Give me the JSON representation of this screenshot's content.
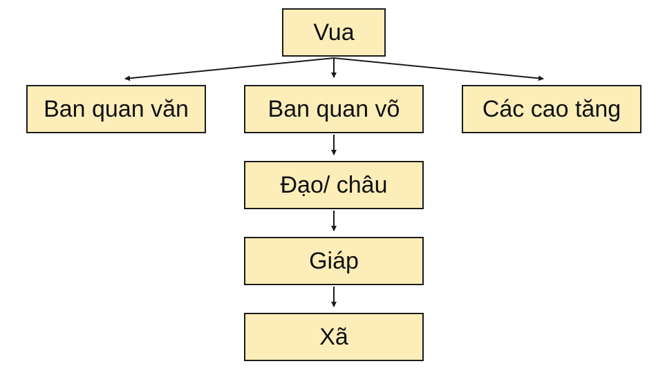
{
  "diagram": {
    "nodes": [
      {
        "id": "vua",
        "label": "Vua"
      },
      {
        "id": "van",
        "label": "Ban quan văn"
      },
      {
        "id": "vo",
        "label": "Ban quan võ"
      },
      {
        "id": "tang",
        "label": "Các cao tăng"
      },
      {
        "id": "dao",
        "label": "Đạo/ châu"
      },
      {
        "id": "giap",
        "label": "Giáp"
      },
      {
        "id": "xa",
        "label": "Xã"
      }
    ],
    "edges": [
      {
        "from": "vua",
        "to": "van"
      },
      {
        "from": "vua",
        "to": "vo"
      },
      {
        "from": "vua",
        "to": "tang"
      },
      {
        "from": "vo",
        "to": "dao"
      },
      {
        "from": "dao",
        "to": "giap"
      },
      {
        "from": "giap",
        "to": "xa"
      }
    ],
    "colors": {
      "node_fill": "#fdeeb9",
      "node_border": "#1a1a1a",
      "edge": "#1a1a1a"
    }
  }
}
